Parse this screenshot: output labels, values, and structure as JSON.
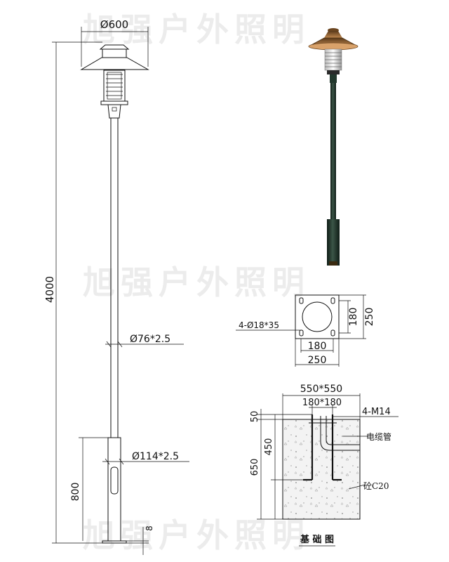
{
  "watermark": "旭强户外照明",
  "lamp_elevation": {
    "head_diameter": "Ø600",
    "total_height": "4000",
    "pole_upper": "Ø76*2.5",
    "pole_lower": "Ø114*2.5",
    "lower_section_height": "800",
    "base_plate_thickness": "8"
  },
  "base_plate": {
    "holes": "4-Ø18*35",
    "hole_spacing_h": "180",
    "plate_width_h": "250",
    "hole_spacing_v": "180",
    "plate_width_v": "250"
  },
  "foundation": {
    "footprint": "550*550",
    "bolt_spacing": "180*180",
    "anchor_bolts": "4-M14",
    "depth_top": "50",
    "depth_mid": "450",
    "depth_total": "650",
    "cable_conduit": "电缆管",
    "concrete": "砼C20",
    "title": "基 础 图"
  },
  "colors": {
    "pole": "#22382d",
    "lamp_hood": "#8a5a2a",
    "concrete": "#f2f2f2",
    "line": "#111111"
  }
}
